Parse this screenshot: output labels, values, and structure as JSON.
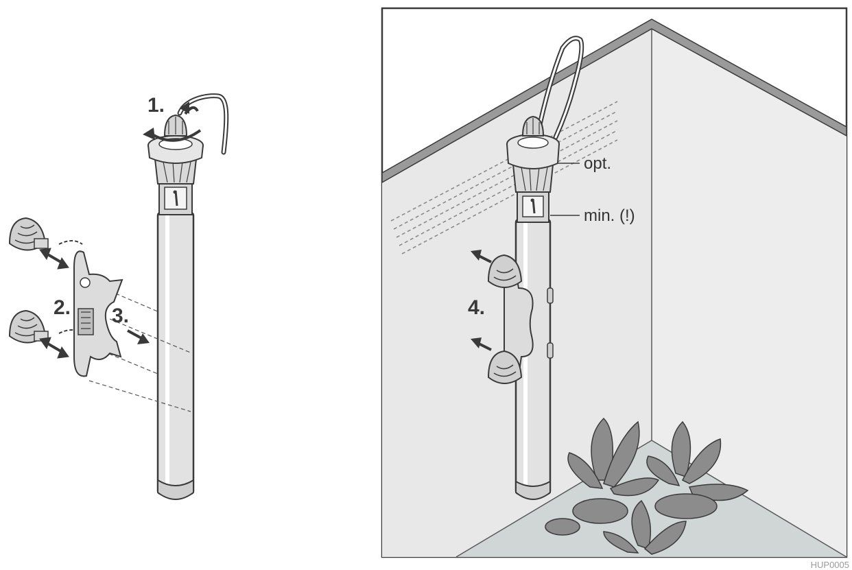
{
  "steps": {
    "one": "1.",
    "two": "2.",
    "three": "3.",
    "four": "4."
  },
  "labels": {
    "opt": "opt.",
    "min": "min. (!)"
  },
  "figure_code": "HUP0005",
  "colors": {
    "line": "#3a3a3a",
    "wall_left": "#e9e9e9",
    "wall_right": "#ececec",
    "floor": "#d2d6d6",
    "heater_fill": "#dcdcdc",
    "plant": "#8b8b8b"
  }
}
